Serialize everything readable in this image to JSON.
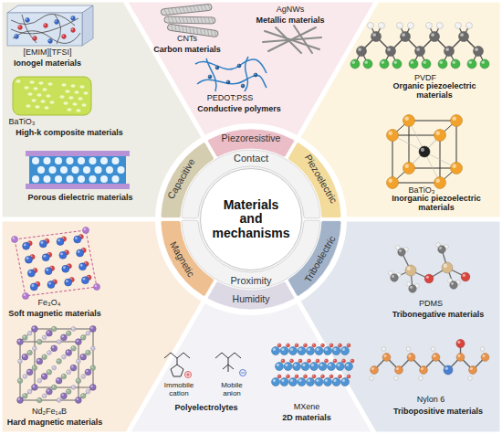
{
  "diagram": {
    "nodes": [
      {
        "text": [
          "Materials and mechanisms"
        ]
      },
      {
        "text": [
          "Contact"
        ]
      },
      {
        "text": [
          "Proximity"
        ]
      },
      {
        "text": [
          "Piezoresistive"
        ]
      },
      {
        "text": [
          "Piezoelectric"
        ]
      },
      {
        "text": [
          "Triboelectric"
        ]
      },
      {
        "text": [
          "Humidity"
        ]
      },
      {
        "text": [
          "Magnetic"
        ]
      },
      {
        "text": [
          "Capacitive"
        ]
      }
    ],
    "labels": [
      "CNTs",
      "Carbon materials",
      "AgNWs",
      "Metallic materials",
      "PEDOT:PSS",
      "Conductive polymers",
      "PVDF",
      "Organic piezoelectric materials",
      "BaTiO₃",
      "Inorganic piezoelectric materials",
      "[EMIM][TFSI]",
      "Ionogel materials",
      "BaTiO₃",
      "High-k composite materials",
      "Porous dielectric materials",
      "Fe₃O₄",
      "Soft magnetic materials",
      "Nd₂Fe₁₄B",
      "Hard magnetic materials",
      "Immobile cation",
      "Mobile anion",
      "Polyelectrolytes",
      "MXene",
      "2D materials",
      "PDMS",
      "Tribonegative materials",
      "Nylon 6",
      "Tribopositive materials"
    ]
  }
}
